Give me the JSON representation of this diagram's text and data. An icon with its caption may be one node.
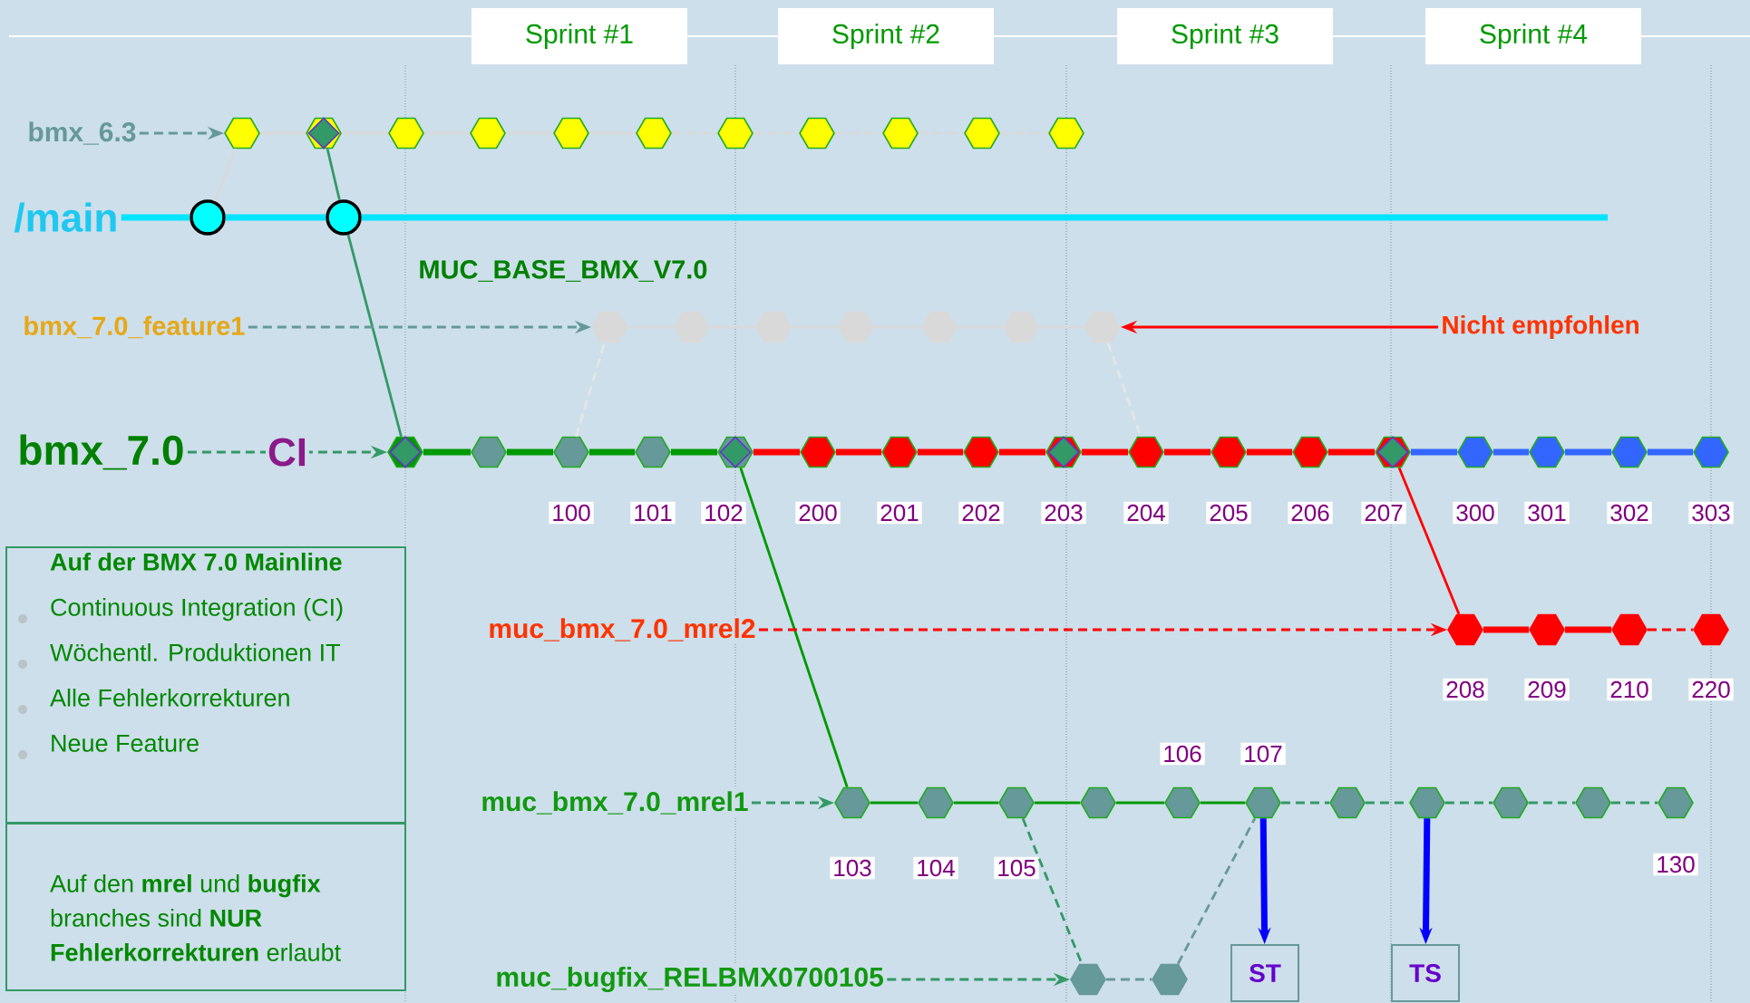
{
  "diagram": {
    "nodes": [
      {
        "text": [
          "Sprint #1"
        ]
      },
      {
        "text": [
          "Sprint #2"
        ]
      },
      {
        "text": [
          "Sprint #3"
        ]
      },
      {
        "text": [
          "Sprint #4"
        ]
      },
      {
        "text": [
          "bmx_6.3"
        ]
      },
      {
        "text": [
          "/main"
        ]
      },
      {
        "text": [
          "bmx_7.0_feature1"
        ]
      },
      {
        "text": [
          "bmx_7.0"
        ]
      },
      {
        "text": [
          "muc_bmx_7.0_mrel2"
        ]
      },
      {
        "text": [
          "muc_bmx_7.0_mrel1"
        ]
      },
      {
        "text": [
          "muc_bugfix_RELBMX0700105"
        ]
      },
      {
        "text": [
          "Nicht empfohlen"
        ]
      },
      {
        "text": [
          "ST"
        ]
      },
      {
        "text": [
          "TS"
        ]
      },
      {
        "text": [
          "Auf der BMX 7.0 Mainline",
          "Continuous Integration (CI)",
          "Wöchentl. Produktionen IT",
          "Alle Fehlerkorrekturen",
          "Neue Feature"
        ]
      },
      {
        "text": [
          "Auf den **mrel** und **bugfix** branches sind **NUR Fehlerkorrekturen** erlaubt"
        ]
      },
      {
        "text": [],
        "shape": "hexagon"
      },
      {
        "text": [],
        "shape": "diamond"
      },
      {
        "text": [],
        "shape": "hexagon"
      },
      {
        "text": [],
        "shape": "hexagon"
      },
      {
        "text": [],
        "shape": "hexagon"
      },
      {
        "text": [],
        "shape": "hexagon"
      },
      {
        "text": [],
        "shape": "hexagon"
      },
      {
        "text": [],
        "shape": "hexagon"
      },
      {
        "text": [],
        "shape": "hexagon"
      },
      {
        "text": [],
        "shape": "hexagon"
      },
      {
        "text": [],
        "shape": "hexagon"
      },
      {
        "text": [],
        "shape": "circle"
      },
      {
        "text": [],
        "shape": "circle"
      },
      {
        "text": [],
        "shape": "hexagon"
      },
      {
        "text": [],
        "shape": "hexagon"
      },
      {
        "text": [],
        "shape": "hexagon"
      },
      {
        "text": [],
        "shape": "hexagon"
      },
      {
        "text": [],
        "shape": "hexagon"
      },
      {
        "text": [],
        "shape": "hexagon"
      },
      {
        "text": [],
        "shape": "hexagon"
      },
      {
        "text": [],
        "shape": "diamond"
      },
      {
        "text": [],
        "shape": "hexagon"
      },
      {
        "text": [],
        "shape": "hexagon",
        "beside": [
          "100"
        ]
      },
      {
        "text": [],
        "shape": "hexagon",
        "beside": [
          "101"
        ]
      },
      {
        "text": [],
        "shape": "diamond",
        "beside": [
          "102"
        ]
      },
      {
        "text": [],
        "shape": "hexagon",
        "beside": [
          "200"
        ]
      },
      {
        "text": [],
        "shape": "hexagon",
        "beside": [
          "201"
        ]
      },
      {
        "text": [],
        "shape": "hexagon",
        "beside": [
          "202"
        ]
      },
      {
        "text": [],
        "shape": "diamond",
        "beside": [
          "203"
        ]
      },
      {
        "text": [],
        "shape": "hexagon",
        "beside": [
          "204"
        ]
      },
      {
        "text": [],
        "shape": "hexagon",
        "beside": [
          "205"
        ]
      },
      {
        "text": [],
        "shape": "hexagon",
        "beside": [
          "206"
        ]
      },
      {
        "text": [],
        "shape": "diamond",
        "beside": [
          "207"
        ]
      },
      {
        "text": [],
        "shape": "hexagon",
        "beside": [
          "300"
        ]
      },
      {
        "text": [],
        "shape": "hexagon",
        "beside": [
          "301"
        ]
      },
      {
        "text": [],
        "shape": "hexagon",
        "beside": [
          "302"
        ]
      },
      {
        "text": [],
        "shape": "hexagon",
        "beside": [
          "303"
        ]
      },
      {
        "text": [],
        "shape": "hexagon",
        "beside": [
          "208"
        ]
      },
      {
        "text": [],
        "shape": "hexagon",
        "beside": [
          "209"
        ]
      },
      {
        "text": [],
        "shape": "hexagon",
        "beside": [
          "210"
        ]
      },
      {
        "text": [],
        "shape": "hexagon",
        "beside": [
          "220"
        ]
      },
      {
        "text": [],
        "shape": "hexagon",
        "beside": [
          "103"
        ]
      },
      {
        "text": [],
        "shape": "hexagon",
        "beside": [
          "104"
        ]
      },
      {
        "text": [],
        "shape": "hexagon",
        "beside": [
          "105"
        ]
      },
      {
        "text": [],
        "shape": "hexagon"
      },
      {
        "text": [],
        "shape": "hexagon",
        "beside": [
          "106"
        ]
      },
      {
        "text": [],
        "shape": "hexagon",
        "beside": [
          "107"
        ]
      },
      {
        "text": [],
        "shape": "hexagon"
      },
      {
        "text": [],
        "shape": "hexagon"
      },
      {
        "text": [],
        "shape": "hexagon"
      },
      {
        "text": [],
        "shape": "hexagon"
      },
      {
        "text": [],
        "shape": "hexagon",
        "beside": [
          "130"
        ]
      },
      {
        "text": [],
        "shape": "hexagon"
      },
      {
        "text": [],
        "shape": "hexagon"
      }
    ],
    "edges": [
      {
        "from": 16,
        "to": 17,
        "arrow": "none"
      },
      {
        "from": 17,
        "to": 18,
        "arrow": "none"
      },
      {
        "from": 18,
        "to": 19,
        "arrow": "none"
      },
      {
        "from": 19,
        "to": 20,
        "arrow": "none"
      },
      {
        "from": 20,
        "to": 21,
        "arrow": "none"
      },
      {
        "from": 21,
        "to": 22,
        "arrow": "none",
        "style": "dashed"
      },
      {
        "from": 22,
        "to": 23,
        "arrow": "none",
        "style": "dashed"
      },
      {
        "from": 23,
        "to": 24,
        "arrow": "none",
        "style": "dashed"
      },
      {
        "from": 24,
        "to": 25,
        "arrow": "none",
        "style": "dashed"
      },
      {
        "from": 25,
        "to": 26,
        "arrow": "none",
        "style": "dashed"
      },
      {
        "from": 29,
        "to": 30,
        "arrow": "none"
      },
      {
        "from": 30,
        "to": 31,
        "arrow": "none"
      },
      {
        "from": 31,
        "to": 32,
        "arrow": "none"
      },
      {
        "from": 32,
        "to": 33,
        "arrow": "none"
      },
      {
        "from": 33,
        "to": 34,
        "arrow": "none"
      },
      {
        "from": 34,
        "to": 35,
        "arrow": "none"
      },
      {
        "from": 36,
        "to": 37,
        "arrow": "none",
        "style": "thick",
        "color": "#009900"
      },
      {
        "from": 37,
        "to": 38,
        "arrow": "none",
        "style": "thick",
        "color": "#009900"
      },
      {
        "from": 38,
        "to": 39,
        "arrow": "none",
        "style": "thick",
        "color": "#009900"
      },
      {
        "from": 39,
        "to": 40,
        "arrow": "none",
        "style": "thick",
        "color": "#009900"
      },
      {
        "from": 40,
        "to": 41,
        "arrow": "none",
        "style": "thick",
        "color": "#ff0000"
      },
      {
        "from": 41,
        "to": 42,
        "arrow": "none",
        "style": "thick",
        "color": "#ff0000"
      },
      {
        "from": 42,
        "to": 43,
        "arrow": "none",
        "style": "thick",
        "color": "#ff0000"
      },
      {
        "from": 43,
        "to": 44,
        "arrow": "none",
        "style": "thick",
        "color": "#ff0000"
      },
      {
        "from": 44,
        "to": 45,
        "arrow": "none",
        "style": "thick",
        "color": "#ff0000"
      },
      {
        "from": 45,
        "to": 46,
        "arrow": "none",
        "style": "thick",
        "color": "#ff0000"
      },
      {
        "from": 46,
        "to": 47,
        "arrow": "none",
        "style": "thick",
        "color": "#ff0000"
      },
      {
        "from": 47,
        "to": 48,
        "arrow": "none",
        "style": "thick",
        "color": "#ff0000"
      },
      {
        "from": 48,
        "to": 49,
        "arrow": "none",
        "style": "thick",
        "color": "#3366ff"
      },
      {
        "from": 49,
        "to": 50,
        "arrow": "none",
        "style": "thick",
        "color": "#3366ff"
      },
      {
        "from": 50,
        "to": 51,
        "arrow": "none",
        "style": "thick",
        "color": "#3366ff"
      },
      {
        "from": 51,
        "to": 52,
        "arrow": "none",
        "style": "thick",
        "color": "#3366ff"
      },
      {
        "from": 53,
        "to": 54,
        "arrow": "none",
        "style": "thick",
        "color": "#ff0000"
      },
      {
        "from": 54,
        "to": 55,
        "arrow": "none",
        "style": "thick",
        "color": "#ff0000"
      },
      {
        "from": 55,
        "to": 56,
        "arrow": "none",
        "style": "dashed",
        "color": "#ff0000"
      },
      {
        "from": 57,
        "to": 58,
        "arrow": "none",
        "color": "#009900"
      },
      {
        "from": 58,
        "to": 59,
        "arrow": "none",
        "color": "#009900"
      },
      {
        "from": 59,
        "to": 60,
        "arrow": "none",
        "color": "#009900"
      },
      {
        "from": 60,
        "to": 61,
        "arrow": "none",
        "color": "#009900"
      },
      {
        "from": 61,
        "to": 62,
        "arrow": "none",
        "color": "#009900"
      },
      {
        "from": 62,
        "to": 63,
        "arrow": "none",
        "style": "dashed",
        "color": "#339966"
      },
      {
        "from": 63,
        "to": 64,
        "arrow": "none",
        "style": "dashed",
        "color": "#339966"
      },
      {
        "from": 64,
        "to": 65,
        "arrow": "none",
        "style": "dashed",
        "color": "#339966"
      },
      {
        "from": 65,
        "to": 66,
        "arrow": "none",
        "style": "dashed",
        "color": "#339966"
      },
      {
        "from": 66,
        "to": 67,
        "arrow": "none",
        "style": "dashed",
        "color": "#339966"
      },
      {
        "from": 68,
        "to": 69,
        "arrow": "none",
        "style": "dashed",
        "color": "#669999"
      },
      {
        "from": 16,
        "to": 27,
        "arrow": "none"
      },
      {
        "from": 17,
        "to": 28,
        "arrow": "none",
        "color": "#339966"
      },
      {
        "from": 28,
        "to": 36,
        "arrow": "none",
        "color": "#339966"
      },
      {
        "from": 40,
        "to": 57,
        "arrow": "none",
        "color": "#009900"
      },
      {
        "from": 48,
        "to": 53,
        "arrow": "none",
        "color": "#ff0000"
      },
      {
        "from": 38,
        "to": 29,
        "arrow": "none",
        "style": "dashed",
        "color": "#e6e6e6"
      },
      {
        "from": 35,
        "to": 45,
        "arrow": "none",
        "style": "dashed",
        "color": "#e6e6e6"
      },
      {
        "from": 59,
        "to": 68,
        "arrow": "none",
        "style": "dashed",
        "color": "#339966"
      },
      {
        "from": 69,
        "to": 62,
        "arrow": "none",
        "style": "dashed",
        "color": "#669999"
      },
      {
        "from": 4,
        "to": 16,
        "arrow": "to",
        "style": "dashed",
        "color": "#669999"
      },
      {
        "from": 6,
        "to": 29,
        "arrow": "to",
        "style": "dashed",
        "color": "#669999"
      },
      {
        "from": 7,
        "to": 36,
        "arrow": "to",
        "style": "dashed",
        "color": "#339966",
        "label": "CI"
      },
      {
        "from": 8,
        "to": 53,
        "arrow": "to",
        "style": "dashed",
        "color": "#ff0000"
      },
      {
        "from": 9,
        "to": 57,
        "arrow": "to",
        "style": "dashed",
        "color": "#339966"
      },
      {
        "from": 10,
        "to": 68,
        "arrow": "to",
        "style": "dashed",
        "color": "#339966"
      },
      {
        "from": 5,
        "to": 27,
        "arrow": "none",
        "style": "thick",
        "color": "#00e5ff"
      },
      {
        "from": 27,
        "to": 28,
        "arrow": "none",
        "style": "thick",
        "color": "#00e5ff"
      },
      {
        "from": 28,
        "to": null,
        "arrow": "none",
        "style": "thick",
        "color": "#00e5ff"
      },
      {
        "from": 11,
        "to": 35,
        "arrow": "to",
        "color": "#ff0000"
      },
      {
        "from": 62,
        "to": 12,
        "arrow": "to",
        "style": "thick",
        "color": "#0000ff"
      },
      {
        "from": 64,
        "to": 13,
        "arrow": "to",
        "style": "thick",
        "color": "#0000ff"
      }
    ],
    "labels": [
      "MUC_BASE_BMX_V7.0"
    ]
  }
}
